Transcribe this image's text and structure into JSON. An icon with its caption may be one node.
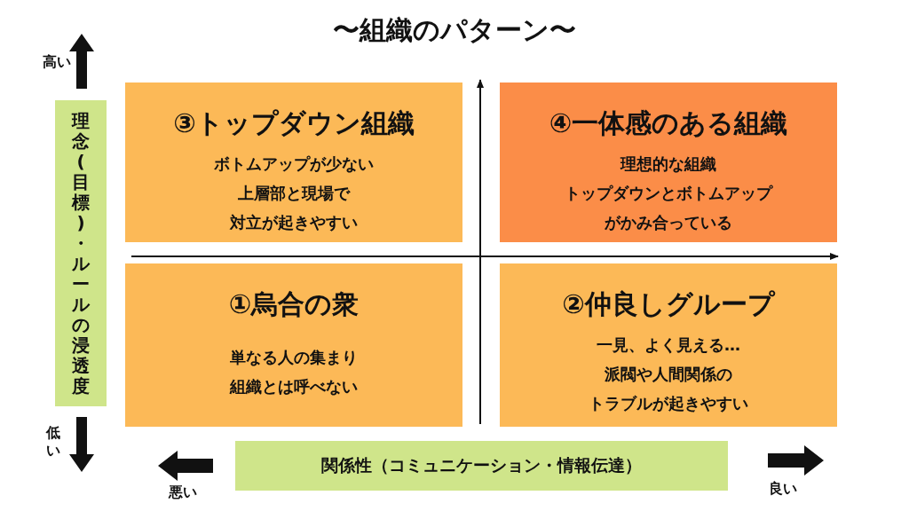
{
  "diagram": {
    "title": "〜組織のパターン〜",
    "nodes": [
      {
        "text": [
          "③トップダウン組織",
          "ボトムアップが少ない上層部と現場で対立が起きやすい"
        ]
      },
      {
        "text": [
          "④一体感のある組織",
          "理想的な組織トップダウンとボトムアップがかみ合っている"
        ]
      },
      {
        "text": [
          "①烏合の衆",
          "単なる人の集まり組織とは呼べない"
        ]
      },
      {
        "text": [
          "②仲良しグループ",
          "一見、よく見える…派閥や人間関係のトラブルが起きやすい"
        ]
      },
      {
        "text": [
          "理念(目標)・ルールの浸透度"
        ]
      },
      {
        "text": [
          "関係性（コミュニケーション・情報伝達）"
        ]
      }
    ],
    "edges": [],
    "labels": [
      "高い",
      "低い",
      "悪い",
      "良い"
    ]
  }
}
